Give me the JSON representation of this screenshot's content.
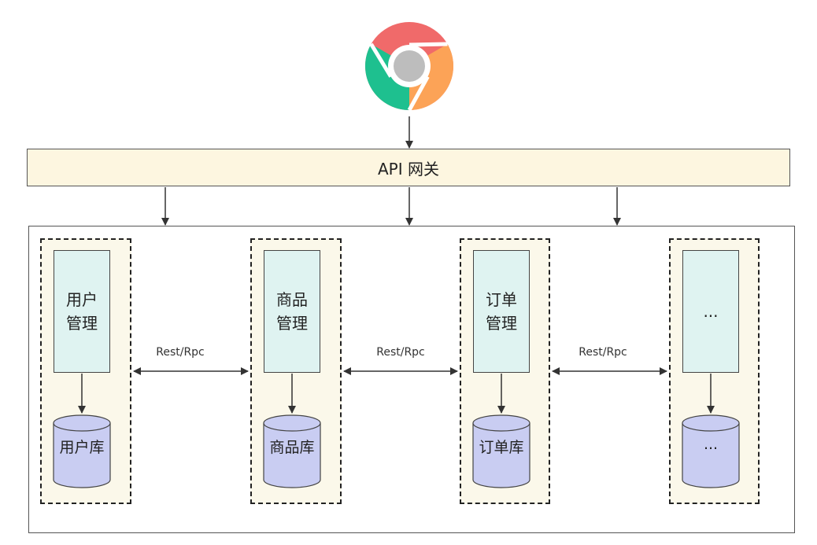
{
  "browser": {
    "icon": "chrome-icon"
  },
  "gateway": {
    "label": "API 网关"
  },
  "services": [
    {
      "label": "用户\n管理",
      "db": "用户库"
    },
    {
      "label": "商品\n管理",
      "db": "商品库"
    },
    {
      "label": "订单\n管理",
      "db": "订单库"
    },
    {
      "label": "...",
      "db": "..."
    }
  ],
  "connections": [
    {
      "label": "Rest/Rpc"
    },
    {
      "label": "Rest/Rpc"
    },
    {
      "label": "Rest/Rpc"
    }
  ],
  "colors": {
    "gateway_fill": "#fdf6e0",
    "group_fill": "#fbf8ea",
    "service_fill": "#dff3f1",
    "database_fill": "#c9cdf2",
    "chrome_red": "#f06a6a",
    "chrome_green": "#1ec08f",
    "chrome_orange": "#fca357",
    "chrome_center": "#bdbdbd"
  }
}
